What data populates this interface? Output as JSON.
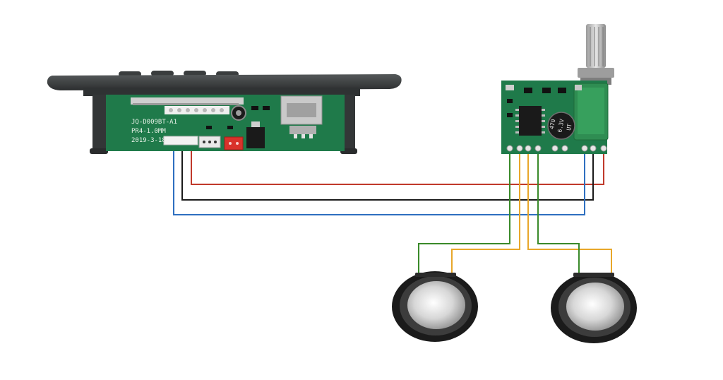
{
  "player_board": {
    "model_label": "JQ-D009BT-A1",
    "version_label": "PR4-1.0MM",
    "date_label": "2019-3-18"
  },
  "amp_board": {
    "capacitor_label_line1": "470",
    "capacitor_label_line2": "6.3V",
    "capacitor_label_line3": "UT"
  },
  "colors": {
    "wire_red": "#c0392b",
    "wire_black": "#1a1a1a",
    "wire_blue": "#2e6fc0",
    "wire_green": "#3a8a2a",
    "wire_orange": "#e8a72a",
    "pcb_green": "#1f7a4a",
    "device_shell": "#3a3d3e"
  }
}
